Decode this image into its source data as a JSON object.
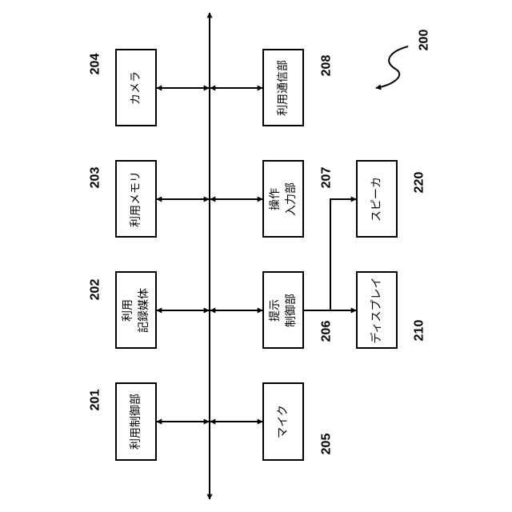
{
  "diagram": {
    "id_label": "200",
    "blocks": {
      "camera": {
        "num": "204",
        "lines": [
          "カメラ"
        ]
      },
      "usage_memory": {
        "num": "203",
        "lines": [
          "利用メモリ"
        ]
      },
      "usage_recording_medium": {
        "num": "202",
        "lines": [
          "利用",
          "記録媒体"
        ]
      },
      "usage_control": {
        "num": "201",
        "lines": [
          "利用制御部"
        ]
      },
      "usage_communication": {
        "num": "208",
        "lines": [
          "利用通信部"
        ]
      },
      "operation_input": {
        "num": "207",
        "lines": [
          "操作",
          "入力部"
        ]
      },
      "presentation_control": {
        "num": "206",
        "lines": [
          "提示",
          "制御部"
        ]
      },
      "microphone": {
        "num": "205",
        "lines": [
          "マイク"
        ]
      },
      "speaker": {
        "num": "220",
        "lines": [
          "スピーカ"
        ]
      },
      "display": {
        "num": "210",
        "lines": [
          "ディスプレイ"
        ]
      }
    }
  }
}
